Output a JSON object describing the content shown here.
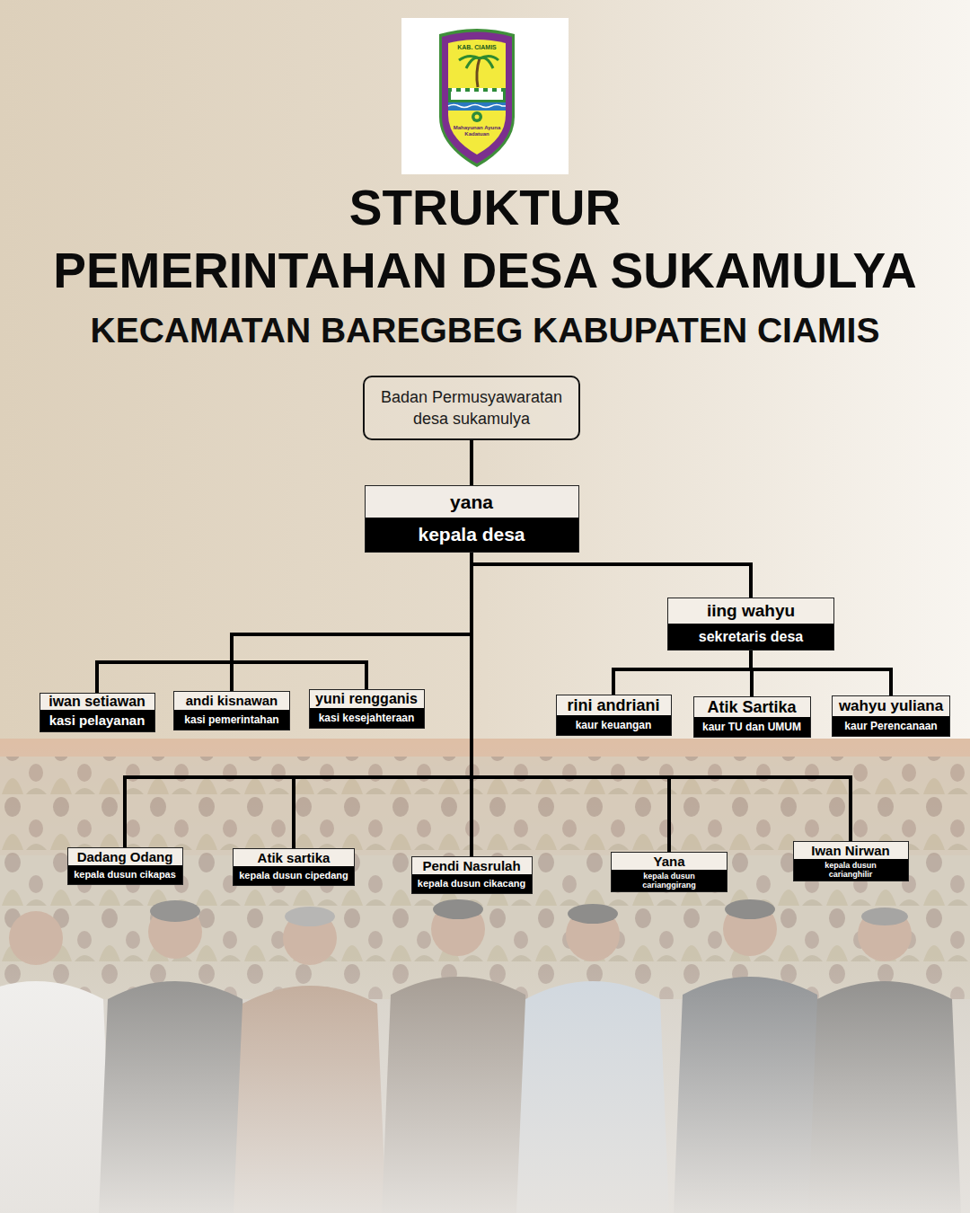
{
  "diagram": {
    "title": "STRUKTUR PEMERINTAHAN DESA SUKAMULYA",
    "nodes": [
      {
        "text": [
          "Badan Permusyawaratan desa sukamulya"
        ]
      },
      {
        "text": [
          "yana",
          "kepala desa"
        ]
      },
      {
        "text": [
          "iing wahyu",
          "sekretaris desa"
        ]
      },
      {
        "text": [
          "iwan setiawan",
          "kasi pelayanan"
        ]
      },
      {
        "text": [
          "andi kisnawan",
          "kasi pemerintahan"
        ]
      },
      {
        "text": [
          "yuni rengganis",
          "kasi kesejahteraan"
        ]
      },
      {
        "text": [
          "rini andriani",
          "kaur keuangan"
        ]
      },
      {
        "text": [
          "Atik Sartika",
          "kaur TU dan UMUM"
        ]
      },
      {
        "text": [
          "wahyu yuliana",
          "kaur Perencanaan"
        ]
      },
      {
        "text": [
          "Dadang Odang",
          "kepala dusun cikapas"
        ]
      },
      {
        "text": [
          "Atik sartika",
          "kepala dusun cipedang"
        ]
      },
      {
        "text": [
          "Pendi Nasrulah",
          "kepala dusun cikacang"
        ]
      },
      {
        "text": [
          "Yana",
          "kepala dusun carianggirang"
        ]
      },
      {
        "text": [
          "Iwan Nirwan",
          "kepala dusun carianghilir"
        ]
      }
    ],
    "edges": [
      {
        "from": 0,
        "to": 1,
        "arrow": "none"
      },
      {
        "from": 1,
        "to": 2,
        "arrow": "none"
      },
      {
        "from": 1,
        "to": 3,
        "arrow": "none"
      },
      {
        "from": 1,
        "to": 4,
        "arrow": "none"
      },
      {
        "from": 1,
        "to": 5,
        "arrow": "none"
      },
      {
        "from": 2,
        "to": 6,
        "arrow": "none"
      },
      {
        "from": 2,
        "to": 7,
        "arrow": "none"
      },
      {
        "from": 2,
        "to": 8,
        "arrow": "none"
      },
      {
        "from": 1,
        "to": 9,
        "arrow": "none"
      },
      {
        "from": 1,
        "to": 10,
        "arrow": "none"
      },
      {
        "from": 1,
        "to": 11,
        "arrow": "none"
      },
      {
        "from": 1,
        "to": 12,
        "arrow": "none"
      },
      {
        "from": 1,
        "to": 13,
        "arrow": "none"
      }
    ],
    "labels": [
      "KAB. CIAMIS",
      "Mahayunan Ayuna Kadatuan",
      "KECAMATAN BAREGBEG KABUPATEN CIAMIS"
    ]
  }
}
